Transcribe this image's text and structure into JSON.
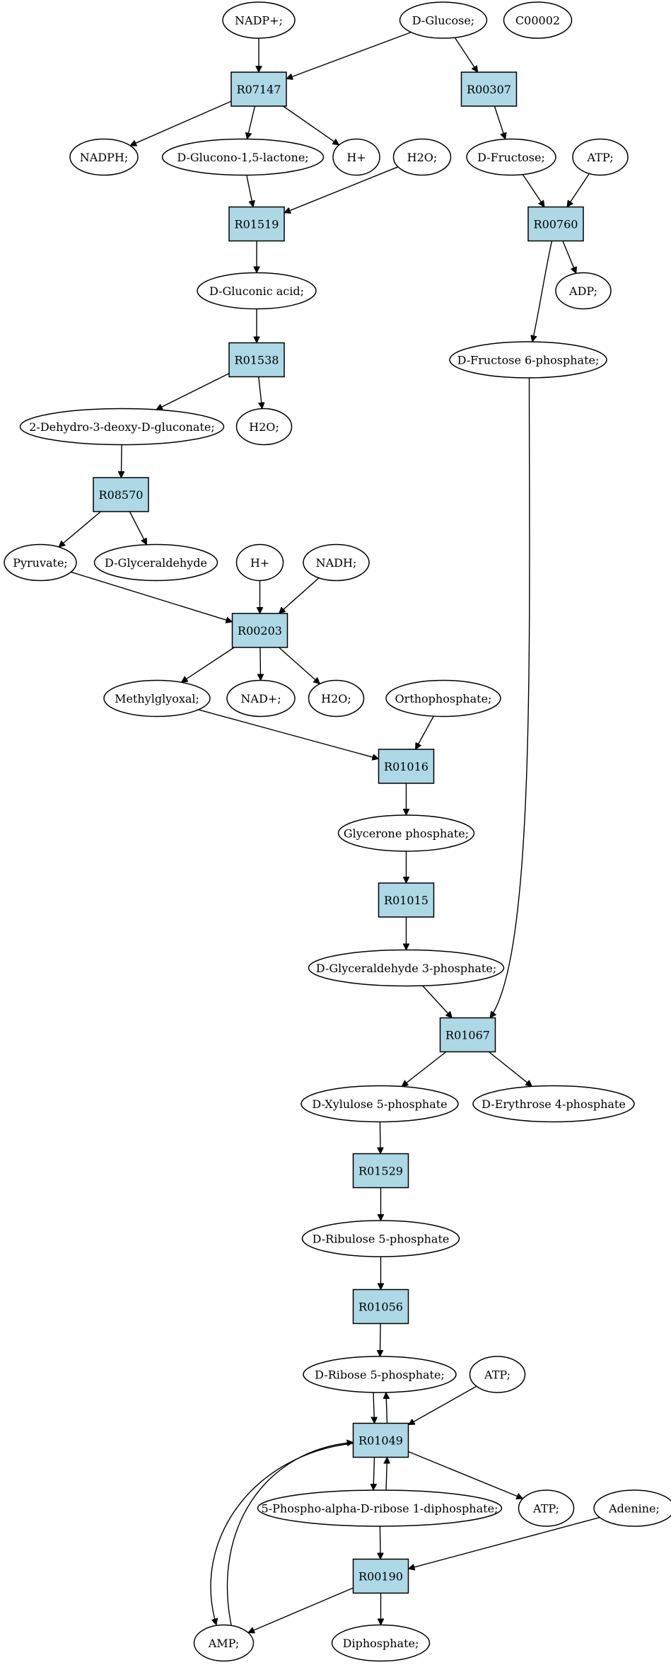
{
  "colors": {
    "reaction_fill": "#add8e6",
    "compound_fill": "#ffffff",
    "highlight_green": "#00ee00",
    "highlight_yellow": "#ffff00",
    "stroke": "#000000"
  },
  "nodes": [
    {
      "id": "nadp_plus",
      "label": "NADP+;",
      "kind": "compound"
    },
    {
      "id": "d_glucose",
      "label": "D-Glucose;",
      "kind": "compound",
      "fill": "#00ee00"
    },
    {
      "id": "c00002",
      "label": "C00002",
      "kind": "compound",
      "fill": "#ffff00"
    },
    {
      "id": "r07147",
      "label": "R07147",
      "kind": "reaction"
    },
    {
      "id": "r00307",
      "label": "R00307",
      "kind": "reaction"
    },
    {
      "id": "nadph",
      "label": "NADPH;",
      "kind": "compound"
    },
    {
      "id": "d_glucono_lactone",
      "label": "D-Glucono-1,5-lactone;",
      "kind": "compound"
    },
    {
      "id": "h_plus_1",
      "label": "H+",
      "kind": "compound"
    },
    {
      "id": "h2o_1",
      "label": "H2O;",
      "kind": "compound"
    },
    {
      "id": "d_fructose",
      "label": "D-Fructose;",
      "kind": "compound"
    },
    {
      "id": "atp_1",
      "label": "ATP;",
      "kind": "compound"
    },
    {
      "id": "r01519",
      "label": "R01519",
      "kind": "reaction"
    },
    {
      "id": "r00760",
      "label": "R00760",
      "kind": "reaction"
    },
    {
      "id": "d_gluconic_acid",
      "label": "D-Gluconic acid;",
      "kind": "compound"
    },
    {
      "id": "adp",
      "label": "ADP;",
      "kind": "compound"
    },
    {
      "id": "r01538",
      "label": "R01538",
      "kind": "reaction"
    },
    {
      "id": "d_fructose_6p",
      "label": "D-Fructose 6-phosphate;",
      "kind": "compound"
    },
    {
      "id": "dehydro_gluconate",
      "label": "2-Dehydro-3-deoxy-D-gluconate;",
      "kind": "compound"
    },
    {
      "id": "h2o_2",
      "label": "H2O;",
      "kind": "compound"
    },
    {
      "id": "r08570",
      "label": "R08570",
      "kind": "reaction"
    },
    {
      "id": "pyruvate",
      "label": "Pyruvate;",
      "kind": "compound"
    },
    {
      "id": "d_glyceraldehyde",
      "label": "D-Glyceraldehyde",
      "kind": "compound"
    },
    {
      "id": "h_plus_2",
      "label": "H+",
      "kind": "compound"
    },
    {
      "id": "nadh",
      "label": "NADH;",
      "kind": "compound"
    },
    {
      "id": "r00203",
      "label": "R00203",
      "kind": "reaction"
    },
    {
      "id": "methylglyoxal",
      "label": "Methylglyoxal;",
      "kind": "compound"
    },
    {
      "id": "nad_plus",
      "label": "NAD+;",
      "kind": "compound"
    },
    {
      "id": "h2o_3",
      "label": "H2O;",
      "kind": "compound"
    },
    {
      "id": "orthophosphate",
      "label": "Orthophosphate;",
      "kind": "compound"
    },
    {
      "id": "r01016",
      "label": "R01016",
      "kind": "reaction"
    },
    {
      "id": "glycerone_p",
      "label": "Glycerone phosphate;",
      "kind": "compound"
    },
    {
      "id": "r01015",
      "label": "R01015",
      "kind": "reaction"
    },
    {
      "id": "d_glyceraldehyde_3p",
      "label": "D-Glyceraldehyde 3-phosphate;",
      "kind": "compound"
    },
    {
      "id": "r01067",
      "label": "R01067",
      "kind": "reaction"
    },
    {
      "id": "d_xylulose_5p",
      "label": "D-Xylulose 5-phosphate",
      "kind": "compound"
    },
    {
      "id": "d_erythrose_4p",
      "label": "D-Erythrose 4-phosphate",
      "kind": "compound"
    },
    {
      "id": "r01529",
      "label": "R01529",
      "kind": "reaction"
    },
    {
      "id": "d_ribulose_5p",
      "label": "D-Ribulose 5-phosphate",
      "kind": "compound"
    },
    {
      "id": "r01056",
      "label": "R01056",
      "kind": "reaction"
    },
    {
      "id": "d_ribose_5p",
      "label": "D-Ribose 5-phosphate;",
      "kind": "compound"
    },
    {
      "id": "atp_2",
      "label": "ATP;",
      "kind": "compound"
    },
    {
      "id": "r01049",
      "label": "R01049",
      "kind": "reaction"
    },
    {
      "id": "prpp",
      "label": "5-Phospho-alpha-D-ribose 1-diphosphate;",
      "kind": "compound"
    },
    {
      "id": "atp_3",
      "label": "ATP;",
      "kind": "compound"
    },
    {
      "id": "adenine",
      "label": "Adenine;",
      "kind": "compound"
    },
    {
      "id": "r00190",
      "label": "R00190",
      "kind": "reaction"
    },
    {
      "id": "amp",
      "label": "AMP;",
      "kind": "compound"
    },
    {
      "id": "diphosphate",
      "label": "Diphosphate;",
      "kind": "compound"
    }
  ],
  "edges": [
    {
      "from": "nadp_plus",
      "to": "r07147"
    },
    {
      "from": "d_glucose",
      "to": "r07147"
    },
    {
      "from": "d_glucose",
      "to": "r00307"
    },
    {
      "from": "r07147",
      "to": "nadph"
    },
    {
      "from": "r07147",
      "to": "d_glucono_lactone"
    },
    {
      "from": "r07147",
      "to": "h_plus_1"
    },
    {
      "from": "r00307",
      "to": "d_fructose"
    },
    {
      "from": "d_glucono_lactone",
      "to": "r01519"
    },
    {
      "from": "h2o_1",
      "to": "r01519"
    },
    {
      "from": "d_fructose",
      "to": "r00760"
    },
    {
      "from": "atp_1",
      "to": "r00760"
    },
    {
      "from": "r01519",
      "to": "d_gluconic_acid"
    },
    {
      "from": "r00760",
      "to": "adp"
    },
    {
      "from": "r00760",
      "to": "d_fructose_6p"
    },
    {
      "from": "d_gluconic_acid",
      "to": "r01538"
    },
    {
      "from": "r01538",
      "to": "dehydro_gluconate"
    },
    {
      "from": "r01538",
      "to": "h2o_2"
    },
    {
      "from": "dehydro_gluconate",
      "to": "r08570"
    },
    {
      "from": "r08570",
      "to": "pyruvate"
    },
    {
      "from": "r08570",
      "to": "d_glyceraldehyde"
    },
    {
      "from": "pyruvate",
      "to": "r00203"
    },
    {
      "from": "h_plus_2",
      "to": "r00203"
    },
    {
      "from": "nadh",
      "to": "r00203"
    },
    {
      "from": "r00203",
      "to": "methylglyoxal"
    },
    {
      "from": "r00203",
      "to": "nad_plus"
    },
    {
      "from": "r00203",
      "to": "h2o_3"
    },
    {
      "from": "methylglyoxal",
      "to": "r01016"
    },
    {
      "from": "orthophosphate",
      "to": "r01016"
    },
    {
      "from": "r01016",
      "to": "glycerone_p"
    },
    {
      "from": "glycerone_p",
      "to": "r01015"
    },
    {
      "from": "r01015",
      "to": "d_glyceraldehyde_3p"
    },
    {
      "from": "d_glyceraldehyde_3p",
      "to": "r01067"
    },
    {
      "from": "d_fructose_6p",
      "to": "r01067"
    },
    {
      "from": "r01067",
      "to": "d_xylulose_5p"
    },
    {
      "from": "r01067",
      "to": "d_erythrose_4p"
    },
    {
      "from": "d_xylulose_5p",
      "to": "r01529"
    },
    {
      "from": "r01529",
      "to": "d_ribulose_5p"
    },
    {
      "from": "d_ribulose_5p",
      "to": "r01056"
    },
    {
      "from": "r01056",
      "to": "d_ribose_5p"
    },
    {
      "from": "d_ribose_5p",
      "to": "r01049"
    },
    {
      "from": "r01049",
      "to": "d_ribose_5p"
    },
    {
      "from": "atp_2",
      "to": "r01049"
    },
    {
      "from": "r01049",
      "to": "prpp"
    },
    {
      "from": "prpp",
      "to": "r01049"
    },
    {
      "from": "r01049",
      "to": "atp_3"
    },
    {
      "from": "r01049",
      "to": "amp"
    },
    {
      "from": "amp",
      "to": "r01049"
    },
    {
      "from": "prpp",
      "to": "r00190"
    },
    {
      "from": "adenine",
      "to": "r00190"
    },
    {
      "from": "r00190",
      "to": "amp"
    },
    {
      "from": "r00190",
      "to": "diphosphate"
    }
  ]
}
